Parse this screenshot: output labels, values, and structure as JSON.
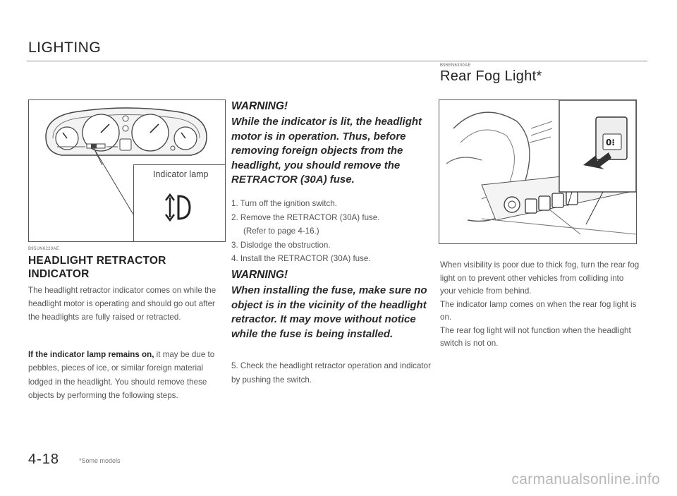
{
  "header": {
    "section_title": "LIGHTING"
  },
  "left_column": {
    "figure": {
      "callout_label": "Indicator lamp",
      "icon": "headlight-retractor-indicator-icon"
    },
    "code": "B95UN6220AE",
    "title": "HEADLIGHT RETRACTOR INDICATOR",
    "body": "The headlight retractor indicator comes on while the headlight motor is operating and should go out after the headlights are fully raised or retracted.",
    "lead_bold": "If the indicator lamp remains on,",
    "body2": " it may be due to pebbles, pieces of ice, or similar foreign material lodged in the headlight. You should remove these objects by performing the following steps."
  },
  "middle_column": {
    "warning1_heading": "WARNING!",
    "warning1_text": "While the indicator is lit, the headlight motor is in operation. Thus, before removing foreign objects from the headlight, you should remove the RETRACTOR (30A) fuse.",
    "steps": [
      "1. Turn off the ignition switch.",
      "2. Remove the RETRACTOR (30A) fuse.",
      "(Refer to page 4-16.)",
      "3. Dislodge the obstruction.",
      "4. Install the RETRACTOR (30A) fuse."
    ],
    "warning2_heading": "WARNING!",
    "warning2_text": "When installing the fuse, make sure no object is in the vicinity of the headlight retractor. It may move without notice while the fuse is being installed.",
    "step5": "5. Check the headlight retractor operation and indicator by pushing the switch."
  },
  "right_column": {
    "code": "B95EN6300AE",
    "title": "Rear Fog Light*",
    "body": [
      "When visibility is poor due to thick fog, turn the rear fog light on to prevent other vehicles from colliding into your vehicle from behind.",
      "The indicator lamp comes on when the rear fog light is on.",
      "The rear fog light will not function when the headlight switch is not on."
    ]
  },
  "footer": {
    "page_number": "4-18",
    "footnote": "*Some models",
    "watermark": "carmanualsonline.info"
  }
}
